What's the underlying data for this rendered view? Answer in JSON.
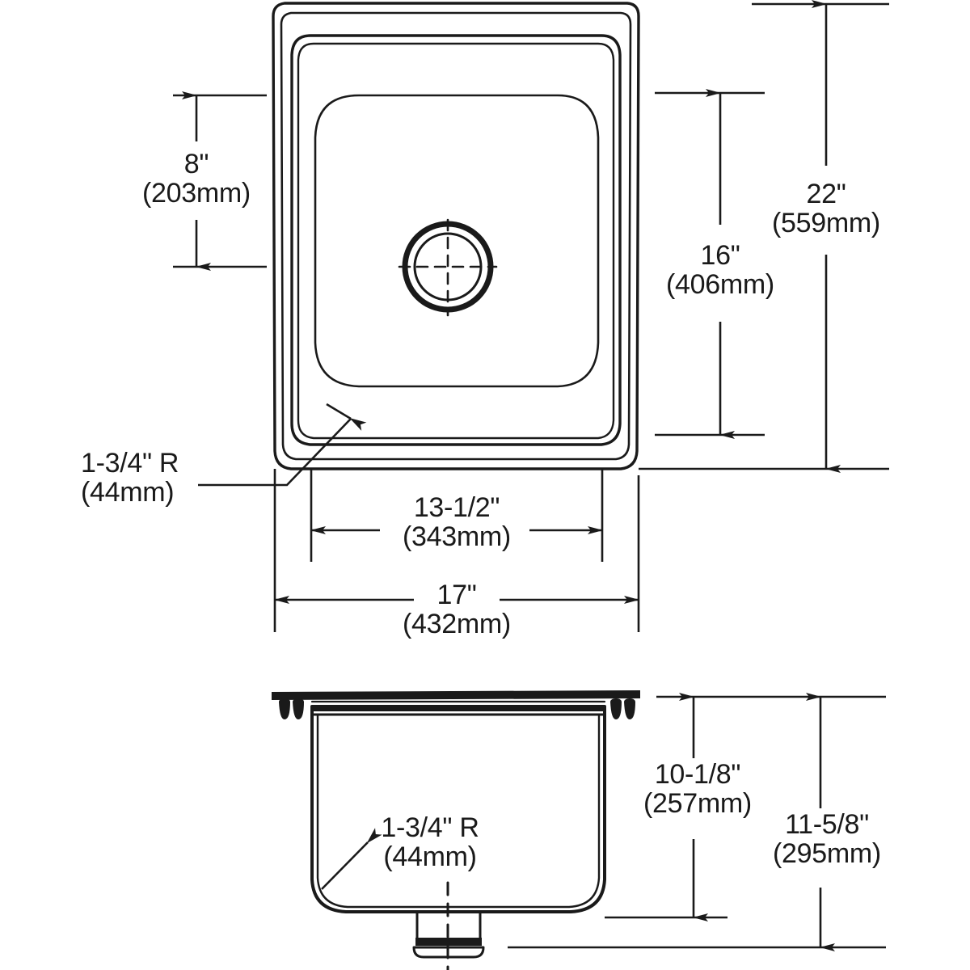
{
  "document": {
    "type": "technical-drawing",
    "subject": "single-bowl-drop-in-sink",
    "views": [
      "top-view",
      "front-elevation-section"
    ],
    "line_color": "#1a1a1a",
    "background_color": "#ffffff"
  },
  "dimensions": {
    "bowl_depth_top_offset": {
      "imperial": "8\"",
      "metric": "(203mm)"
    },
    "bowl_inner_height": {
      "imperial": "16\"",
      "metric": "(406mm)"
    },
    "overall_height": {
      "imperial": "22\"",
      "metric": "(559mm)"
    },
    "corner_radius_top": {
      "imperial": "1-3/4\" R",
      "metric": "(44mm)"
    },
    "bowl_inner_width": {
      "imperial": "13-1/2\"",
      "metric": "(343mm)"
    },
    "overall_width": {
      "imperial": "17\"",
      "metric": "(432mm)"
    },
    "corner_radius_section": {
      "imperial": "1-3/4\" R",
      "metric": "(44mm)"
    },
    "bowl_depth": {
      "imperial": "10-1/8\"",
      "metric": "(257mm)"
    },
    "overall_depth": {
      "imperial": "11-5/8\"",
      "metric": "(295mm)"
    }
  },
  "labels": [
    {
      "id": "depth-8",
      "imperial": "8\"",
      "metric": "(203mm)"
    },
    {
      "id": "height-16",
      "imperial": "16\"",
      "metric": "(406mm)"
    },
    {
      "id": "height-22",
      "imperial": "22\"",
      "metric": "(559mm)"
    },
    {
      "id": "radius-top",
      "imperial": "1-3/4\" R",
      "metric": "(44mm)"
    },
    {
      "id": "width-13-1-2",
      "imperial": "13-1/2\"",
      "metric": "(343mm)"
    },
    {
      "id": "width-17",
      "imperial": "17\"",
      "metric": "(432mm)"
    },
    {
      "id": "radius-section",
      "imperial": "1-3/4\" R",
      "metric": "(44mm)"
    },
    {
      "id": "depth-10-1-8",
      "imperial": "10-1/8\"",
      "metric": "(257mm)"
    },
    {
      "id": "depth-11-5-8",
      "imperial": "11-5/8\"",
      "metric": "(295mm)"
    }
  ]
}
